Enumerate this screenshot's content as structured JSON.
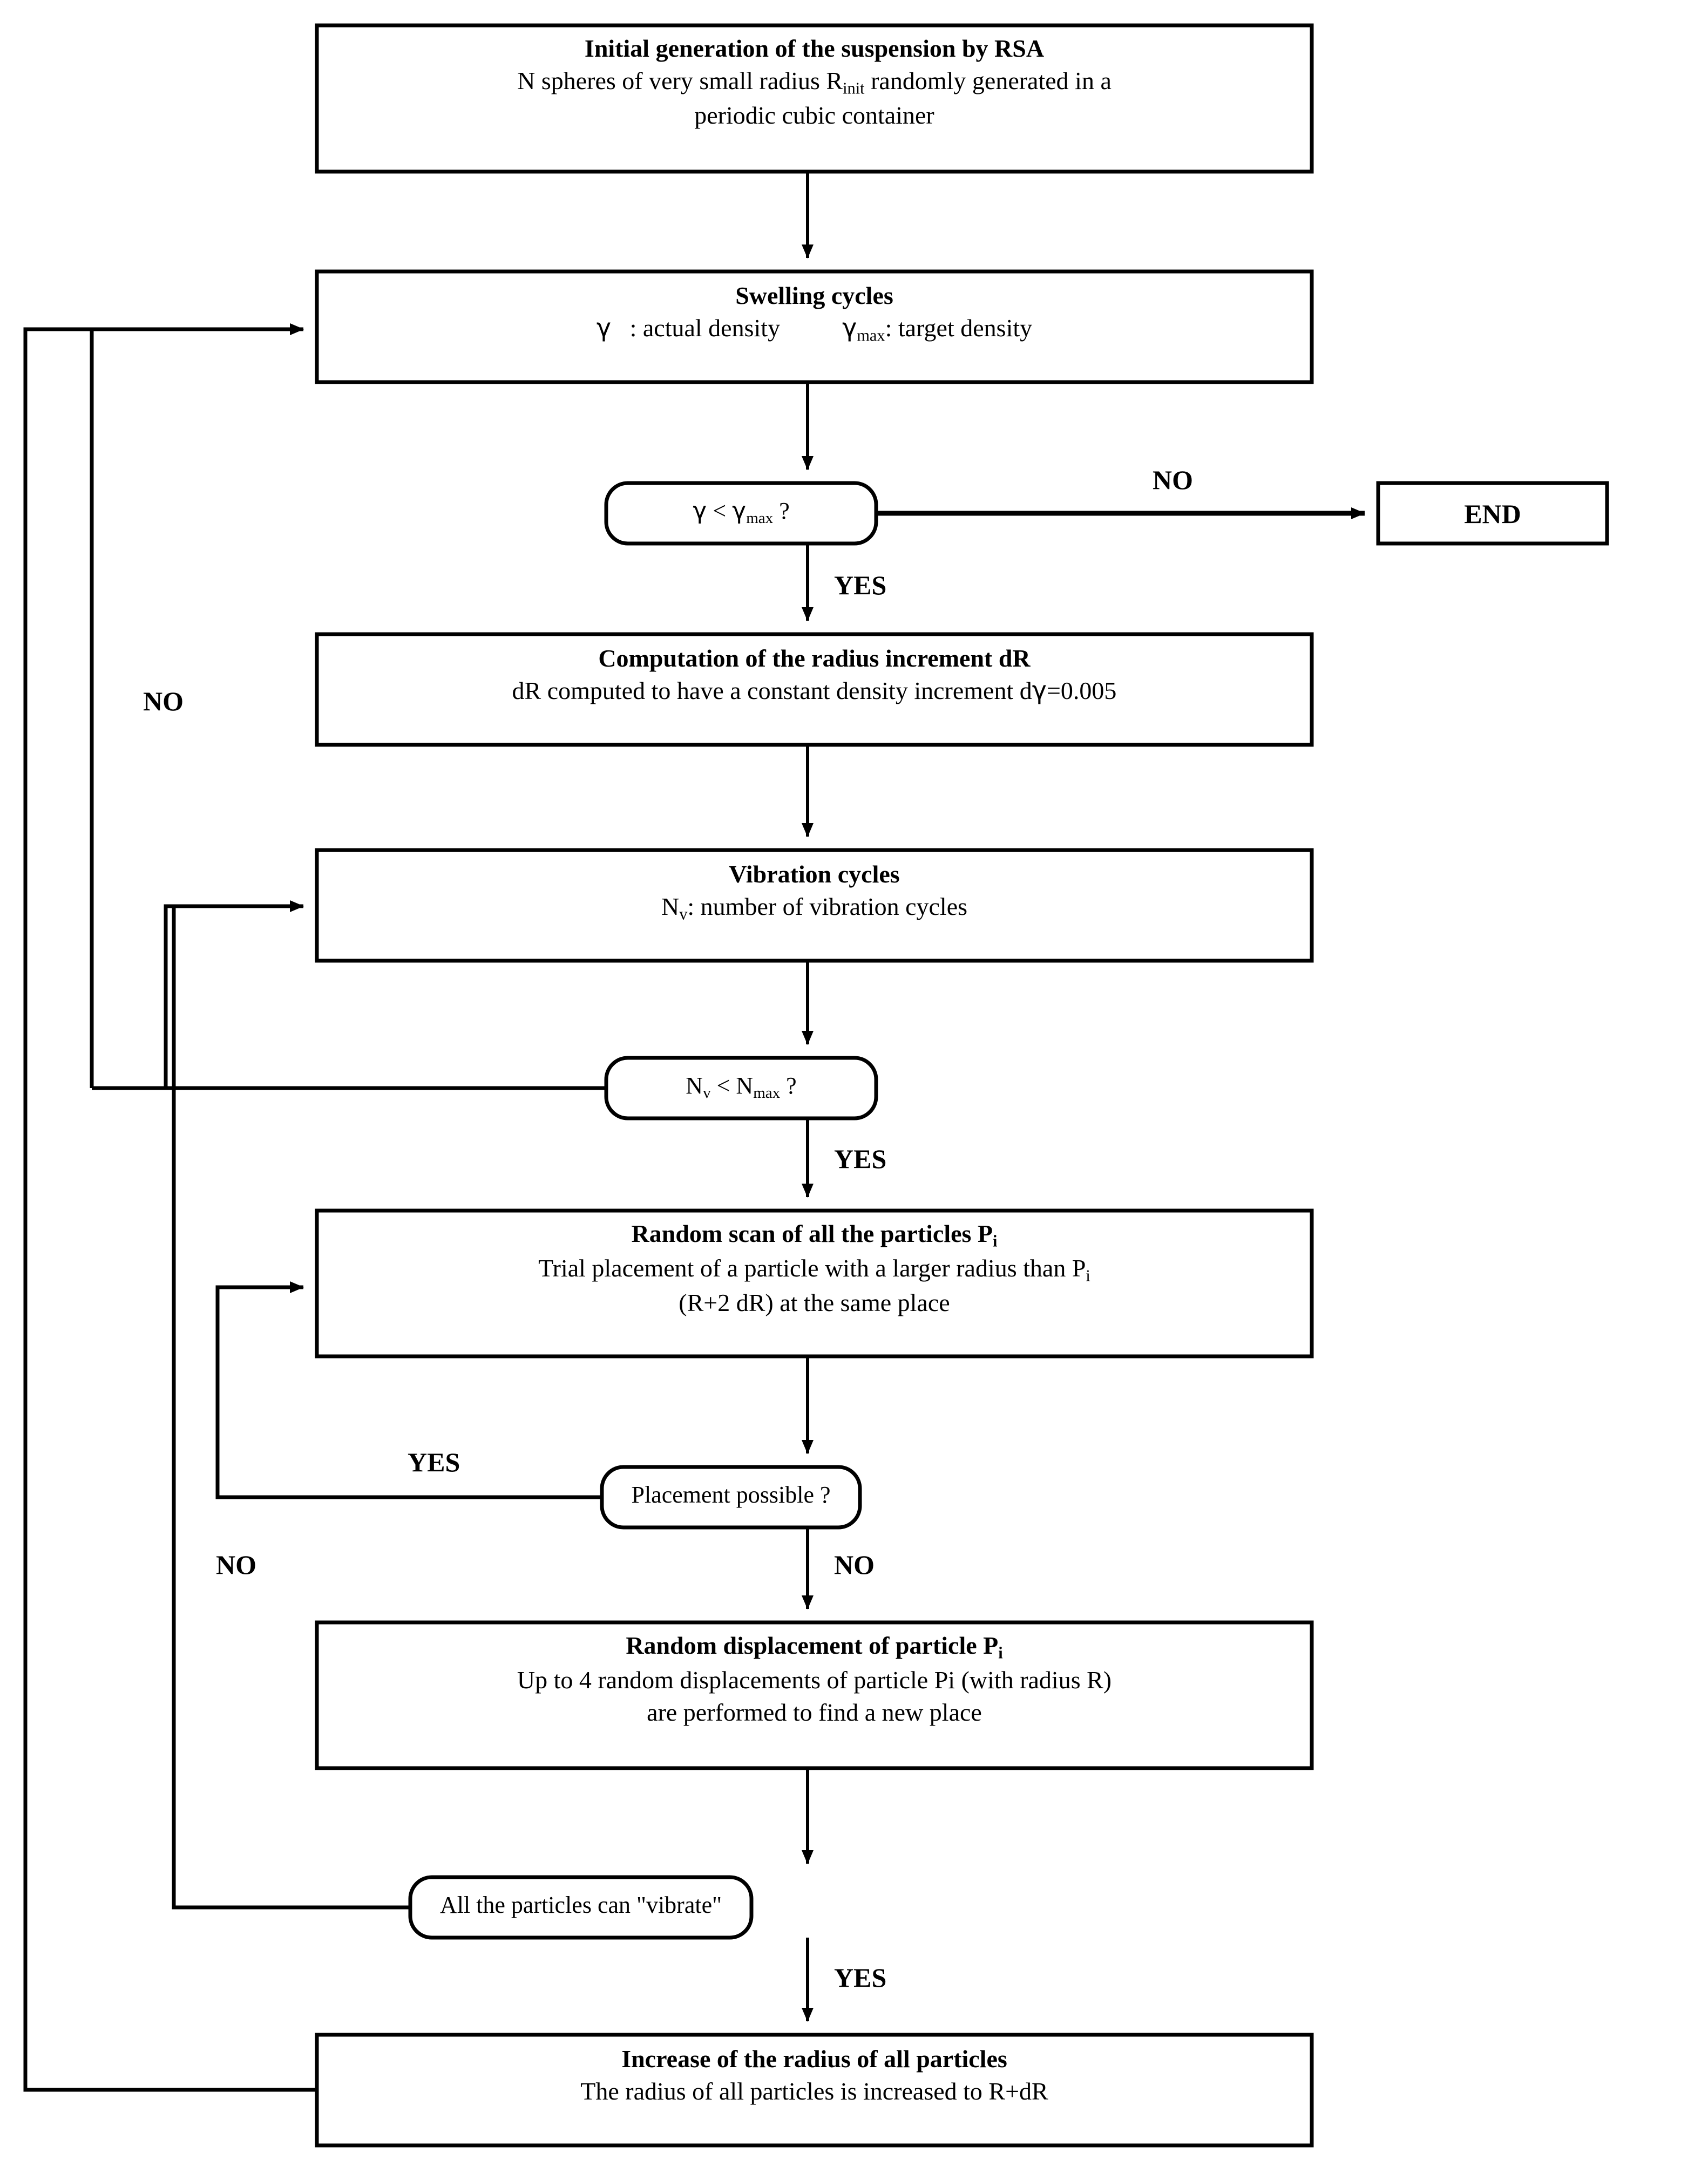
{
  "diagram": {
    "type": "flowchart",
    "title": "Sphere suspension generation algorithm (RSA + swelling + vibration)",
    "colors": {
      "stroke": "#000000",
      "fill": "#ffffff",
      "text": "#000000"
    },
    "nodes": [
      {
        "id": "rsa",
        "shape": "rectangle",
        "title": "Initial generation of the suspension by RSA",
        "line2": "N spheres of very small radius R_init randomly generated in a",
        "line3": "periodic cubic container"
      },
      {
        "id": "swelling",
        "shape": "rectangle",
        "title": "Swelling cycles",
        "line2_a": "γ   : actual density",
        "line2_b": "γ_max: target density"
      },
      {
        "id": "gamma-test",
        "shape": "rounded",
        "text": "γ < γ_max ?"
      },
      {
        "id": "end",
        "shape": "rectangle",
        "text": "END"
      },
      {
        "id": "dr",
        "shape": "rectangle",
        "title": "Computation of the radius increment dR",
        "line2": "dR computed to have a constant density increment dγ=0.005"
      },
      {
        "id": "vibration",
        "shape": "rectangle",
        "title": "Vibration cycles",
        "line2": "N_v: number of vibration cycles"
      },
      {
        "id": "nv-test",
        "shape": "rounded",
        "text": "N_v < N_max ?"
      },
      {
        "id": "scan",
        "shape": "rectangle",
        "title": "Random scan of all the particles P_i",
        "line2": "Trial placement of a particle with a larger radius than P_i",
        "line3": "(R+2 dR) at the same place"
      },
      {
        "id": "placement-test",
        "shape": "rounded",
        "text": "Placement possible ?"
      },
      {
        "id": "displacement",
        "shape": "rectangle",
        "title": "Random displacement of particle P_i",
        "line2": "Up to 4 random displacements of particle Pi (with radius R)",
        "line3": "are performed to find a new place"
      },
      {
        "id": "vibrate-test",
        "shape": "rounded",
        "text": "All the particles can \"vibrate\""
      },
      {
        "id": "increase",
        "shape": "rectangle",
        "title": "Increase of the radius of all particles",
        "line2": "The radius of all particles is increased to R+dR"
      }
    ],
    "edge_labels": {
      "gamma_no": "NO",
      "gamma_yes": "YES",
      "nv_no": "NO",
      "nv_yes": "YES",
      "placement_yes": "YES",
      "placement_no": "NO",
      "vibrate_no": "NO",
      "vibrate_yes": "YES"
    }
  }
}
